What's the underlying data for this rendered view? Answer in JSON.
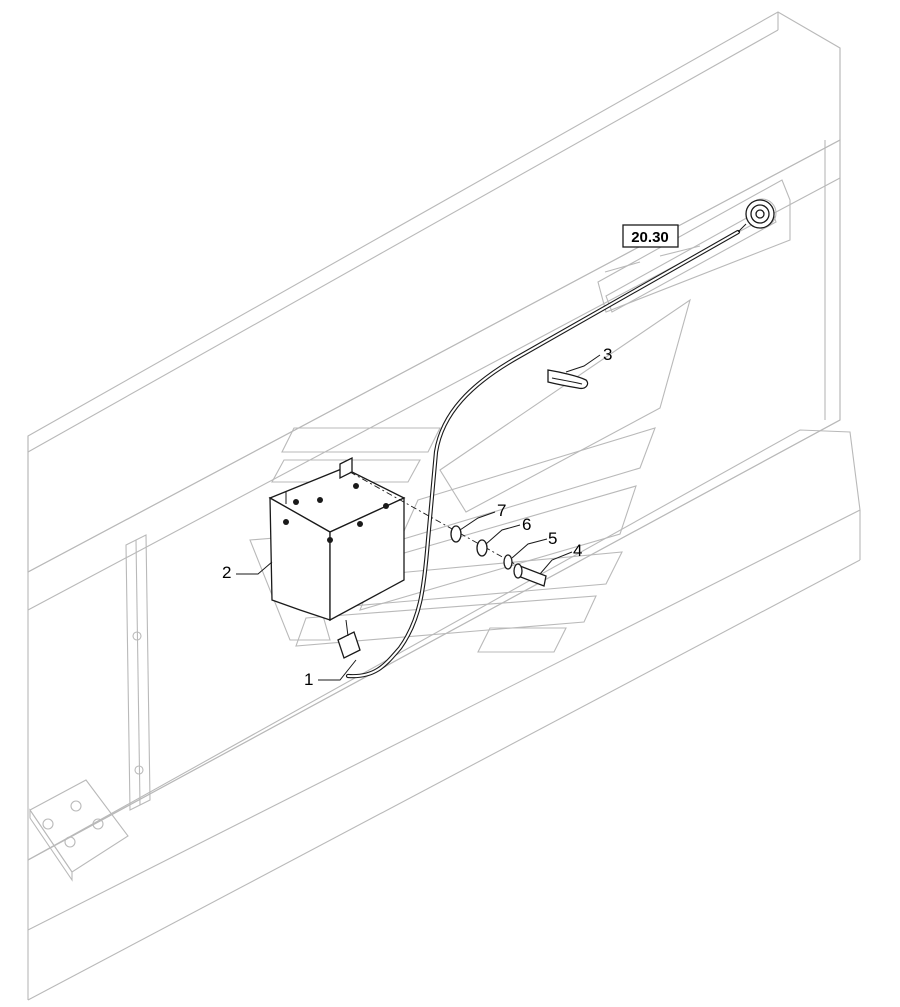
{
  "diagram": {
    "reference_box": "20.30",
    "callouts": [
      {
        "id": "1",
        "label": "1"
      },
      {
        "id": "2",
        "label": "2"
      },
      {
        "id": "3",
        "label": "3"
      },
      {
        "id": "4",
        "label": "4"
      },
      {
        "id": "5",
        "label": "5"
      },
      {
        "id": "6",
        "label": "6"
      },
      {
        "id": "7",
        "label": "7"
      }
    ]
  }
}
